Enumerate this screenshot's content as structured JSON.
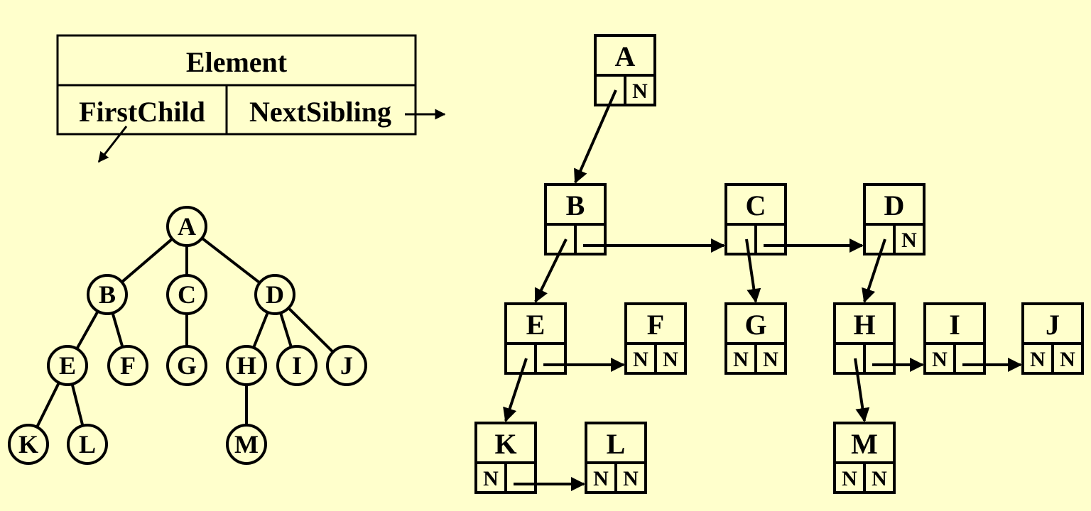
{
  "legend": {
    "element_label": "Element",
    "first_child_label": "FirstChild",
    "next_sibling_label": "NextSibling"
  },
  "null_marker": "N",
  "tree": {
    "nodes": [
      "A",
      "B",
      "C",
      "D",
      "E",
      "F",
      "G",
      "H",
      "I",
      "J",
      "K",
      "L",
      "M"
    ],
    "edges": [
      [
        "A",
        "B"
      ],
      [
        "A",
        "C"
      ],
      [
        "A",
        "D"
      ],
      [
        "B",
        "E"
      ],
      [
        "B",
        "F"
      ],
      [
        "C",
        "G"
      ],
      [
        "D",
        "H"
      ],
      [
        "D",
        "I"
      ],
      [
        "D",
        "J"
      ],
      [
        "E",
        "K"
      ],
      [
        "E",
        "L"
      ],
      [
        "H",
        "M"
      ]
    ]
  },
  "list_repr": {
    "nodes": [
      {
        "label": "A",
        "first_child": "B",
        "next_sibling": null
      },
      {
        "label": "B",
        "first_child": "E",
        "next_sibling": "C"
      },
      {
        "label": "C",
        "first_child": "G",
        "next_sibling": "D"
      },
      {
        "label": "D",
        "first_child": "H",
        "next_sibling": null
      },
      {
        "label": "E",
        "first_child": "K",
        "next_sibling": "F"
      },
      {
        "label": "F",
        "first_child": null,
        "next_sibling": null
      },
      {
        "label": "G",
        "first_child": null,
        "next_sibling": null
      },
      {
        "label": "H",
        "first_child": "M",
        "next_sibling": "I"
      },
      {
        "label": "I",
        "first_child": null,
        "next_sibling": "J"
      },
      {
        "label": "J",
        "first_child": null,
        "next_sibling": null
      },
      {
        "label": "K",
        "first_child": null,
        "next_sibling": "L"
      },
      {
        "label": "L",
        "first_child": null,
        "next_sibling": null
      },
      {
        "label": "M",
        "first_child": null,
        "next_sibling": null
      }
    ]
  },
  "colors": {
    "background": "#ffffcc",
    "stroke": "#000000"
  }
}
